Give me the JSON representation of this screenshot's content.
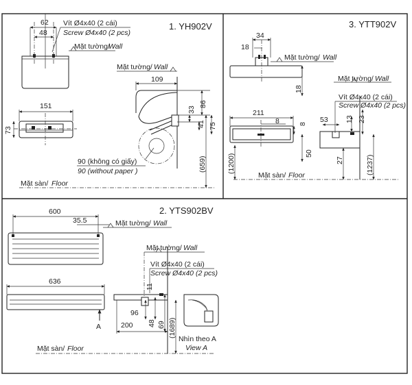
{
  "panel1": {
    "title": "1. YH902V",
    "dims": {
      "d62": "62",
      "d48": "48",
      "d151": "151",
      "d73": "73",
      "d109": "109",
      "d86": "86",
      "d33": "33",
      "d41": "41",
      "d75": "75",
      "d659": "(659)"
    },
    "screw_vi": "Vít Ø4x40 (2 cái)",
    "screw_en": "Screw Ø4x40 (2 pcs)",
    "wall1_vi": "Mặt tường/",
    "wall1_en": "Wall",
    "wall2_vi": "Mặt tường/",
    "wall2_en": "Wall",
    "nopaper_vi": "90 (không có giấy)",
    "nopaper_en": "90 (without paper )",
    "floor_vi": "Mặt sàn/",
    "floor_en": "Floor"
  },
  "panel3": {
    "title": "3. YTT902V",
    "dims": {
      "d34": "34",
      "d18a": "18",
      "d18b": "18",
      "d211": "211",
      "d8a": "8",
      "d8b": "8",
      "d50": "50",
      "d1200": "(1200)",
      "d53": "53",
      "d13": "13",
      "d23": "23",
      "d27": "27",
      "d1237": "(1237)"
    },
    "wall1_vi": "Mặt tường/",
    "wall1_en": "Wall",
    "wall2_vi": "Mặt tường/",
    "wall2_en": "Wall",
    "screw_vi": "Vít Ø4x40 (2 cái)",
    "screw_en": "Screw Ø4x40 (2 pcs)",
    "floor_vi": "Mặt sàn/",
    "floor_en": "Floor"
  },
  "panel2": {
    "title": "2. YTS902BV",
    "dims": {
      "d600": "600",
      "d355": "35.5",
      "d636": "636",
      "d11": "11",
      "d96": "96",
      "d48": "48",
      "d69": "69",
      "d200": "200",
      "d1689": "(1689)"
    },
    "wall1_vi": "Mặt tường/",
    "wall1_en": "Wall",
    "wall2_vi": "Mặt tường/",
    "wall2_en": "Wall",
    "screw_vi": "Vít Ø4x40 (2 cái)",
    "screw_en": "Screw Ø4x40 (2 pcs)",
    "arrow_label": "A",
    "floor_vi": "Mặt sàn/",
    "floor_en": "Floor",
    "view_vi": "Nhìn theo A",
    "view_en": "View A"
  }
}
